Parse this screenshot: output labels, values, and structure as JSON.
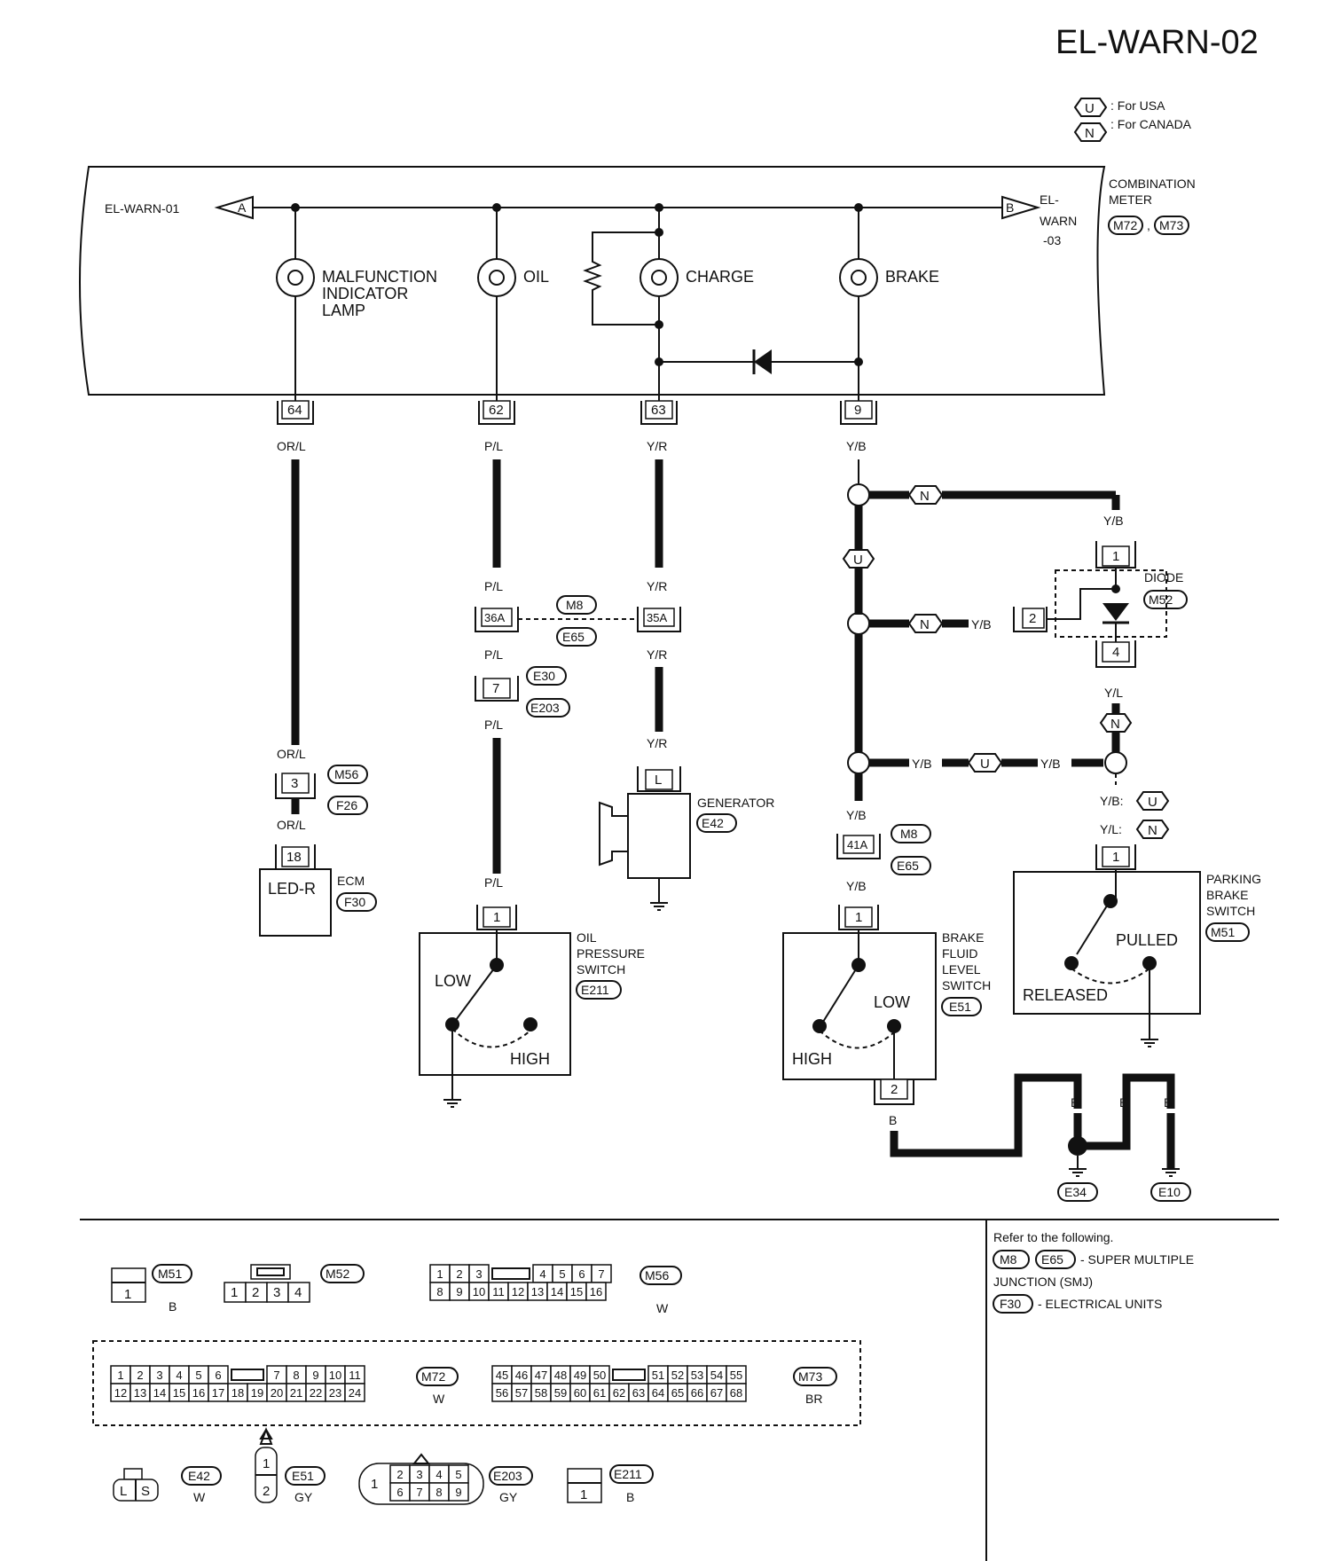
{
  "title": "EL-WARN-02",
  "legend": [
    {
      "code": "U",
      "text": ": For USA"
    },
    {
      "code": "N",
      "text": ": For CANADA"
    }
  ],
  "meter": {
    "name_line1": "COMBINATION",
    "name_line2": "METER",
    "conn1": "M72",
    "sep": ",",
    "conn2": "M73",
    "left_ref": "EL-WARN-01",
    "left_arrow": "A",
    "right_arrow": "B",
    "right_ref_1": "EL-",
    "right_ref_2": "WARN",
    "right_ref_3": "-03"
  },
  "lamps": {
    "mil_1": "MALFUNCTION",
    "mil_2": "INDICATOR",
    "mil_3": "LAMP",
    "oil": "OIL",
    "charge": "CHARGE",
    "brake": "BRAKE"
  },
  "pins": {
    "p64": "64",
    "p62": "62",
    "p63": "63",
    "p9": "9"
  },
  "wires": {
    "orl": "OR/L",
    "pl": "P/L",
    "yr": "Y/R",
    "yb": "Y/B",
    "yl": "Y/L",
    "b": "B",
    "yb_colon": "Y/B:",
    "yl_colon": "Y/L:"
  },
  "connectors": {
    "m8": "M8",
    "e65": "E65",
    "e30": "E30",
    "e203": "E203",
    "m56": "M56",
    "f26": "F26",
    "p36a": "36A",
    "p35a": "35A",
    "p7": "7",
    "p3": "3",
    "p18": "18",
    "p41a": "41A",
    "pL": "L",
    "p1": "1",
    "p2": "2",
    "p4": "4"
  },
  "components": {
    "ecm": "ECM",
    "ecm_conn": "F30",
    "led": "LED-R",
    "generator": "GENERATOR",
    "gen_conn": "E42",
    "diode": "DIODE",
    "diode_conn": "M52",
    "oil_sw_1": "OIL",
    "oil_sw_2": "PRESSURE",
    "oil_sw_3": "SWITCH",
    "oil_sw_conn": "E211",
    "low": "LOW",
    "high": "HIGH",
    "bfl_1": "BRAKE",
    "bfl_2": "FLUID",
    "bfl_3": "LEVEL",
    "bfl_4": "SWITCH",
    "bfl_conn": "E51",
    "pb_1": "PARKING",
    "pb_2": "BRAKE",
    "pb_3": "SWITCH",
    "pb_conn": "M51",
    "pulled": "PULLED",
    "released": "RELEASED",
    "gnd1": "E34",
    "gnd2": "E10"
  },
  "refer": {
    "line1": "Refer to the following.",
    "m8": "M8",
    "e65": "E65",
    "smj_1": "- SUPER MULTIPLE",
    "smj_2": "JUNCTION (SMJ)",
    "f30": "F30",
    "eu": "- ELECTRICAL UNITS"
  },
  "conn_views": {
    "m51": {
      "code": "M51",
      "color": "B",
      "pins": [
        "1"
      ]
    },
    "m52": {
      "code": "M52",
      "pins": [
        "1",
        "2",
        "3",
        "4"
      ]
    },
    "m56": {
      "code": "M56",
      "color": "W",
      "top": [
        "1",
        "2",
        "3",
        "4",
        "5",
        "6",
        "7"
      ],
      "bottom": [
        "8",
        "9",
        "10",
        "11",
        "12",
        "13",
        "14",
        "15",
        "16"
      ]
    },
    "m72": {
      "code": "M72",
      "color": "W",
      "top": [
        "1",
        "2",
        "3",
        "4",
        "5",
        "6",
        "7",
        "8",
        "9",
        "10",
        "11"
      ],
      "bottom": [
        "12",
        "13",
        "14",
        "15",
        "16",
        "17",
        "18",
        "19",
        "20",
        "21",
        "22",
        "23",
        "24"
      ]
    },
    "m73": {
      "code": "M73",
      "color": "BR",
      "top": [
        "45",
        "46",
        "47",
        "48",
        "49",
        "50",
        "51",
        "52",
        "53",
        "54",
        "55"
      ],
      "bottom": [
        "56",
        "57",
        "58",
        "59",
        "60",
        "61",
        "62",
        "63",
        "64",
        "65",
        "66",
        "67",
        "68"
      ]
    },
    "e42": {
      "code": "E42",
      "color": "W",
      "pins": [
        "L",
        "S"
      ]
    },
    "e51": {
      "code": "E51",
      "color": "GY",
      "pins": [
        "1",
        "2"
      ]
    },
    "e203": {
      "code": "E203",
      "color": "GY",
      "first": "1",
      "top": [
        "2",
        "3",
        "4",
        "5"
      ],
      "bottom": [
        "6",
        "7",
        "8",
        "9"
      ]
    },
    "e211": {
      "code": "E211",
      "color": "B",
      "pins": [
        "1"
      ]
    }
  }
}
